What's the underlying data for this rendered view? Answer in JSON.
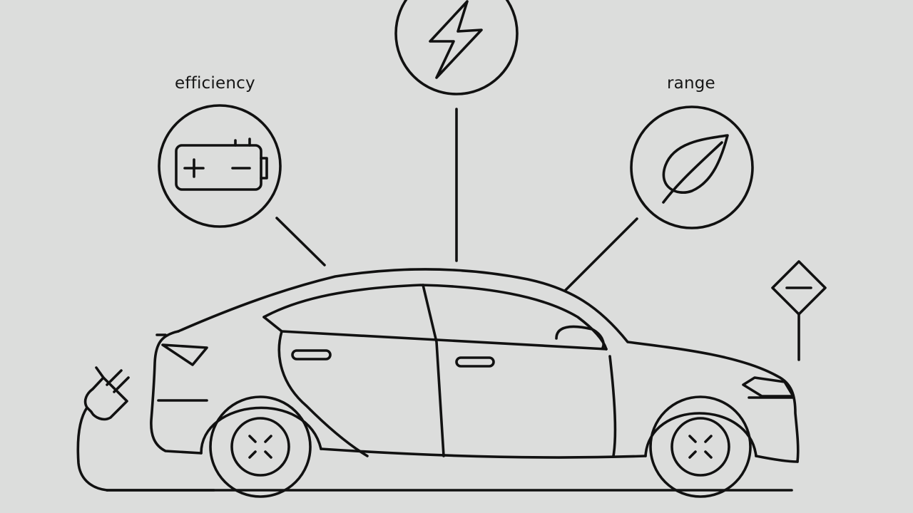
{
  "labels": {
    "efficiency": "efficiency",
    "range": "range"
  },
  "icons": {
    "battery": "battery-icon",
    "lightning": "lightning-bolt-icon",
    "leaf": "leaf-icon",
    "plug": "charging-plug-icon",
    "sign": "road-sign-icon",
    "car": "electric-car-illustration"
  },
  "colors": {
    "background": "#dcdddc",
    "line": "#111111"
  }
}
